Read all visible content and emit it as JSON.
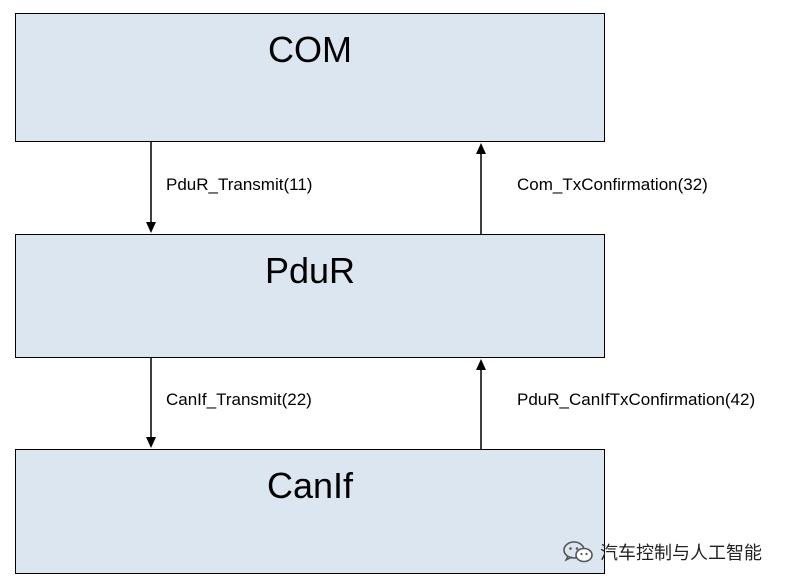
{
  "layers": {
    "com": {
      "title": "COM"
    },
    "pdur": {
      "title": "PduR"
    },
    "canif": {
      "title": "CanIf"
    }
  },
  "calls": {
    "pdur_transmit": "PduR_Transmit(11)",
    "com_tx_confirmation": "Com_TxConfirmation(32)",
    "canif_transmit": "CanIf_Transmit(22)",
    "pdur_canif_tx_confirmation": "PduR_CanIfTxConfirmation(42)"
  },
  "colors": {
    "box_fill": "#dce6f1",
    "box_border": "#000000",
    "arrow": "#000000"
  },
  "watermark": {
    "icon": "wechat-icon",
    "text": "汽车控制与人工智能"
  }
}
